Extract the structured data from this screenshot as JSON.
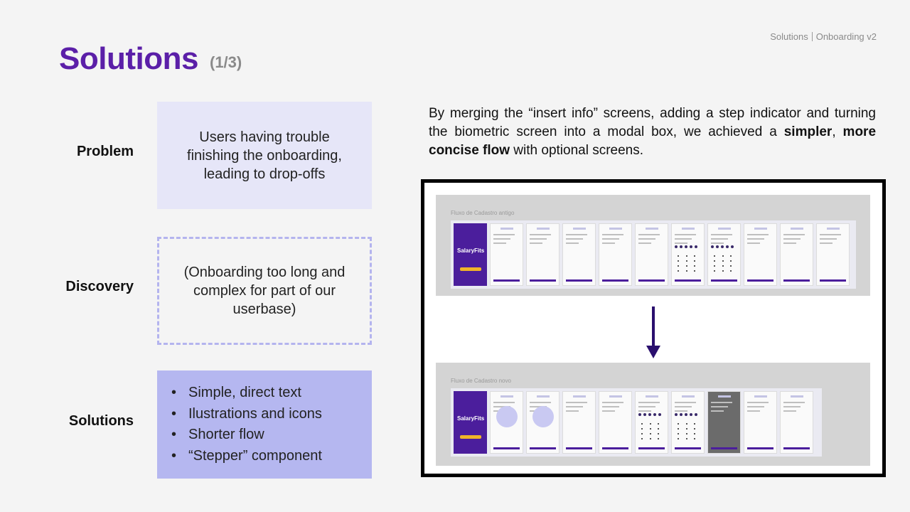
{
  "breadcrumb": {
    "section": "Solutions",
    "page": "Onboarding v2"
  },
  "title": "Solutions",
  "title_sub": "(1/3)",
  "rows": {
    "problem": {
      "label": "Problem",
      "text": "Users having trouble finishing the onboarding, leading to drop-offs"
    },
    "discovery": {
      "label": "Discovery",
      "text": "(Onboarding too long and complex for part of our userbase)"
    },
    "solutions": {
      "label": "Solutions",
      "bullets": [
        "Simple, direct text",
        "Ilustrations and icons",
        "Shorter flow",
        "“Stepper” component"
      ]
    }
  },
  "description": {
    "part1": "By merging the “insert info” screens, adding a step indicator and turning the biometric screen into a modal box, we achieved a ",
    "bold1": "simpler",
    "part2": ", ",
    "bold2": "more concise flow",
    "part3": " with optional screens."
  },
  "figure": {
    "old_flow_label": "Fluxo de Cadastro antigo",
    "new_flow_label": "Fluxo de Cadastro novo",
    "brand_name": "SalaryFits",
    "colors": {
      "brand": "#4b1e9c",
      "arrow": "#2a0f6e",
      "accent": "#f0b429"
    }
  },
  "colors": {
    "title": "#5b1fa8",
    "box1": "#e6e6f8",
    "box2_border": "#b4b4ee",
    "box3": "#b5b7f0"
  }
}
